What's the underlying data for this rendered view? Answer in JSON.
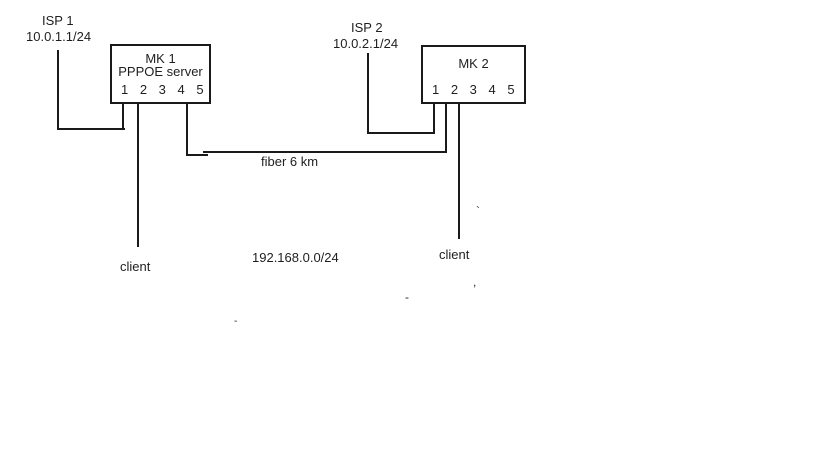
{
  "diagram": {
    "isp1": {
      "label": "ISP 1",
      "ip": "10.0.1.1/24"
    },
    "isp2": {
      "label": "ISP 2",
      "ip": "10.0.2.1/24"
    },
    "mk1": {
      "name": "MK 1",
      "subtitle": "PPPOE server",
      "ports": "1 2 3 4 5"
    },
    "mk2": {
      "name": "MK 2",
      "ports": "1 2 3 4 5"
    },
    "links": {
      "fiber_label": "fiber 6 km",
      "network_label": "192.168.0.0/24"
    },
    "clients": {
      "left_label": "client",
      "right_label": "client"
    },
    "colors": {
      "line": "#1a1a1a",
      "text": "#1f1f1f",
      "background": "#ffffff"
    },
    "artifacts": {
      "tick": "`",
      "comma": ",",
      "dash_mid": "-",
      "dash_left": "-"
    }
  }
}
